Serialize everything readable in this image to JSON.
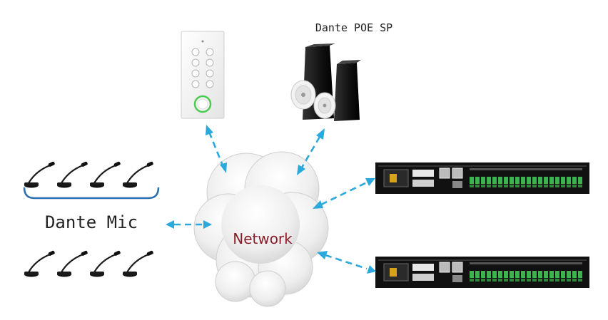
{
  "nodes": {
    "center": {
      "label": "Network"
    },
    "mics": {
      "label": "Dante Mic",
      "count_top": 4,
      "count_bottom": 4
    },
    "speakers": {
      "label": "Dante POE SP"
    },
    "wall_panel": {
      "label": ""
    },
    "processors": {
      "count": 2
    }
  },
  "colors": {
    "arrow": "#2aa9dc",
    "network_text": "#8b1e2b",
    "bracket": "#2a6fb0",
    "rack": "#111111",
    "terminal": "#3db34a"
  },
  "icons": [
    "microphone-icon",
    "speaker-icon",
    "wall-panel-icon",
    "rack-processor-icon",
    "cloud-icon"
  ]
}
